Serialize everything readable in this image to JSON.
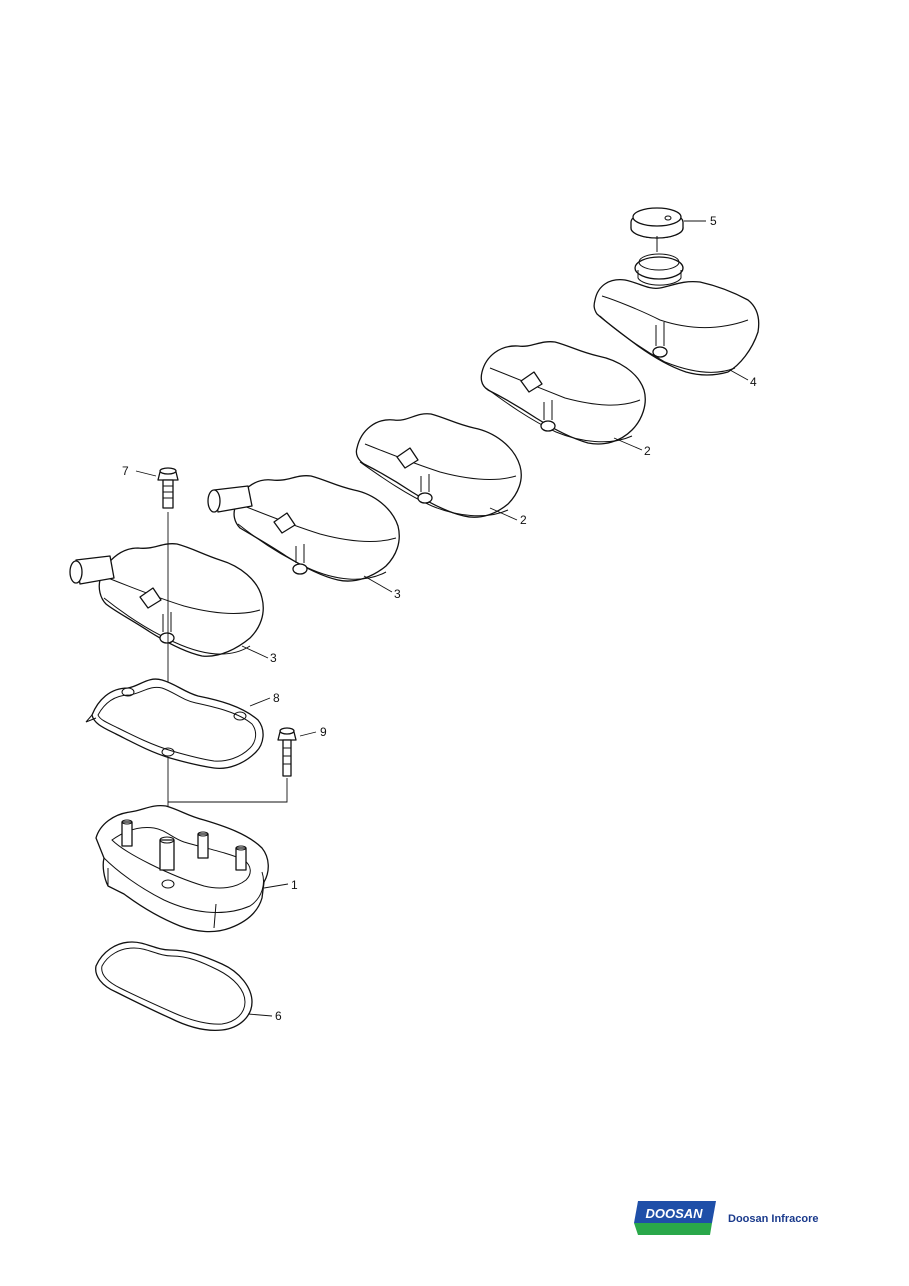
{
  "callouts": {
    "c1": "1",
    "c2a": "2",
    "c2b": "2",
    "c3a": "3",
    "c3b": "3",
    "c4": "4",
    "c5": "5",
    "c6": "6",
    "c7": "7",
    "c8": "8",
    "c9": "9"
  },
  "logo": {
    "wordmark": "DOOSAN",
    "company": "Doosan Infracore",
    "colors": {
      "blue": "#1f4fa8",
      "green": "#2aa84a",
      "text": "#1a3a8c"
    }
  }
}
